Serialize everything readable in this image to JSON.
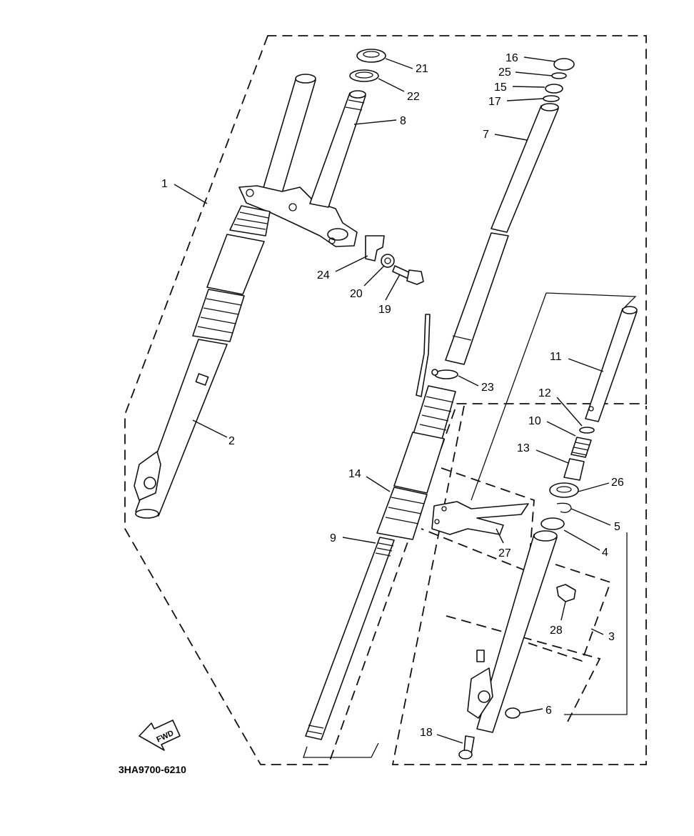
{
  "diagram": {
    "catalog_code": "3HA9700-6210",
    "direction_label": "FWD",
    "callouts": [
      "1",
      "2",
      "3",
      "4",
      "5",
      "6",
      "7",
      "8",
      "9",
      "10",
      "11",
      "12",
      "13",
      "14",
      "15",
      "16",
      "17",
      "18",
      "19",
      "20",
      "21",
      "22",
      "23",
      "24",
      "25",
      "26",
      "27",
      "28"
    ]
  }
}
